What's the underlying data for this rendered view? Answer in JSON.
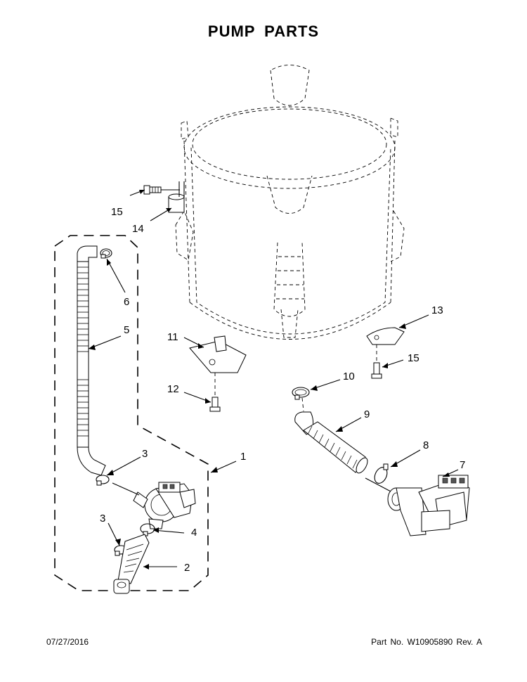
{
  "title": "PUMP PARTS",
  "footer": {
    "date": "07/27/2016",
    "part_number": "Part No.  W10905890  Rev.  A"
  },
  "callouts": {
    "c1": "1",
    "c2": "2",
    "c3a": "3",
    "c3b": "3",
    "c4": "4",
    "c5": "5",
    "c6": "6",
    "c7": "7",
    "c8": "8",
    "c9": "9",
    "c10": "10",
    "c11": "11",
    "c12": "12",
    "c13": "13",
    "c14": "14",
    "c15a": "15",
    "c15b": "15"
  }
}
